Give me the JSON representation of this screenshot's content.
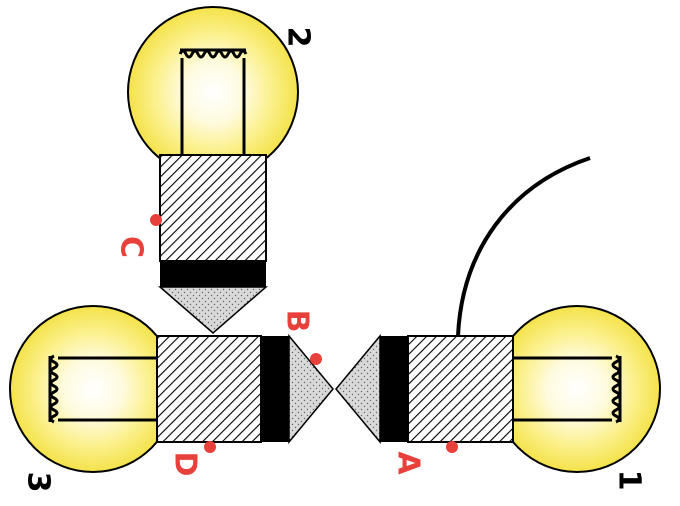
{
  "diagram": {
    "bulbs": [
      {
        "number": "1"
      },
      {
        "number": "2"
      },
      {
        "number": "3"
      }
    ],
    "points": [
      {
        "label": "A"
      },
      {
        "label": "B"
      },
      {
        "label": "C"
      },
      {
        "label": "D"
      }
    ]
  },
  "colors": {
    "bulb_glass": "#f6e85a",
    "bulb_glow": "#fffde8",
    "contact_tip": "#d8d8d8",
    "contact_point": "#e8403a",
    "outline": "#000000",
    "label_color": "#e8403a"
  }
}
